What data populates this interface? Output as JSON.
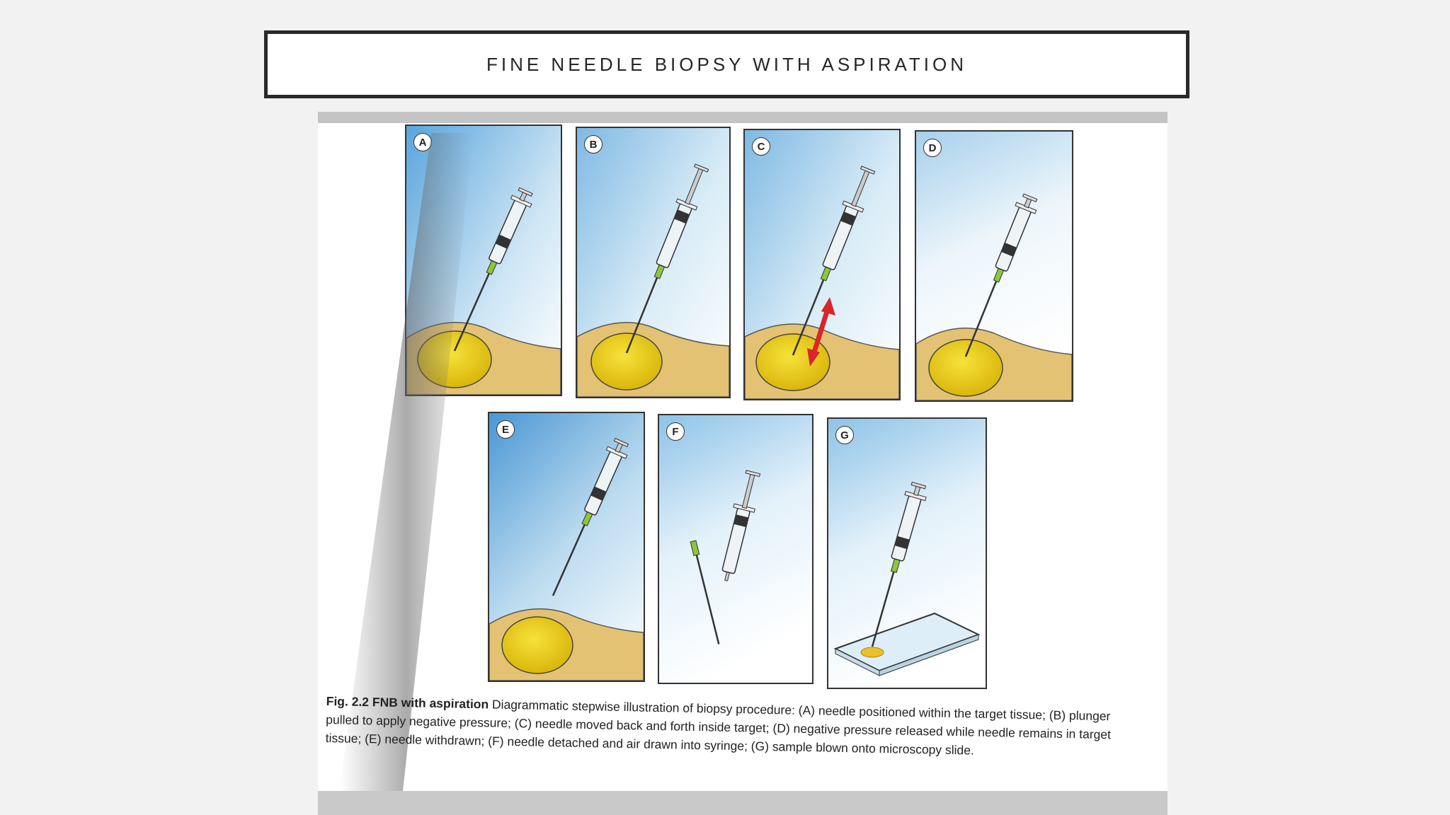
{
  "slide": {
    "title": "FINE NEEDLE BIOPSY WITH ASPIRATION"
  },
  "figure": {
    "panels": [
      {
        "letter": "A"
      },
      {
        "letter": "B"
      },
      {
        "letter": "C"
      },
      {
        "letter": "D"
      },
      {
        "letter": "E"
      },
      {
        "letter": "F"
      },
      {
        "letter": "G"
      }
    ],
    "caption": {
      "lead": "Fig. 2.2  FNB with aspiration",
      "text": " Diagrammatic stepwise illustration of biopsy procedure: (A) needle positioned within the target tissue; (B) plunger pulled to apply negative pressure; (C) needle moved back and forth inside target; (D) negative pressure released while needle remains in target tissue; (E) needle withdrawn; (F) needle detached and air drawn into syringe; (G) sample blown onto microscopy slide."
    }
  },
  "colors": {
    "sky_blue": "#5aa5dc",
    "tissue": "#e3c273",
    "target": "#f2d116",
    "arrow": "#d9262a",
    "needle_hub": "#8cc63f"
  }
}
